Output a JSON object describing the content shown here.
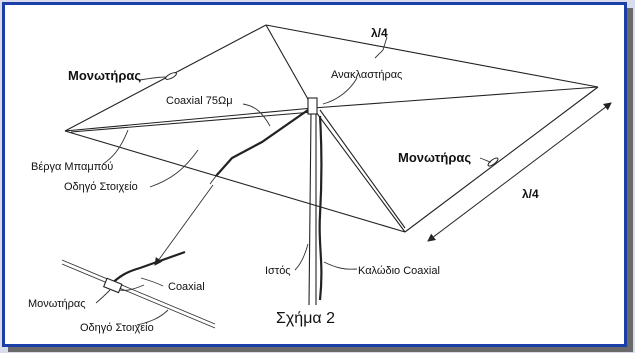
{
  "labels": {
    "lambda_top": "λ/4",
    "lambda_right": "λ/4",
    "insulator_left": "Μονωτήρας",
    "insulator_right": "Μονωτήρας",
    "reflector": "Ανακλαστήρας",
    "coax_75": "Coaxial 75Ωμ",
    "bamboo_rod": "Βέργα Μπαμπού",
    "driven_element": "Οδηγό Στοιχείο",
    "mast": "Ιστός",
    "coax_cable": "Καλώδιο Coaxial",
    "detail_coax": "Coaxial",
    "detail_insulator": "Μονωτήρας",
    "detail_driven_element": "Οδηγό Στοιχείο",
    "figure_caption": "Σχήμα 2"
  },
  "colors": {
    "border": "#1b3fa8",
    "line": "#222222",
    "background": "#ffffff"
  }
}
